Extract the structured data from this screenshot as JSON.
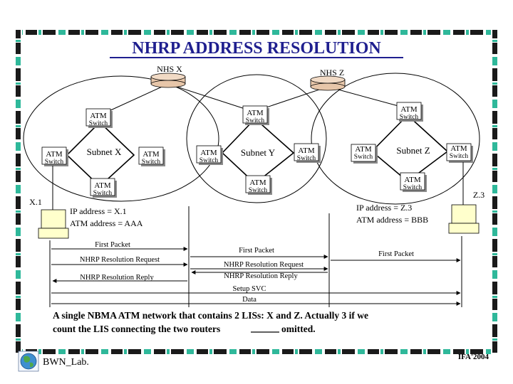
{
  "title": "NHRP ADDRESS RESOLUTION",
  "routers": {
    "x": "NHS X",
    "z": "NHS Z"
  },
  "switch": {
    "line1": "ATM",
    "line2": "Switch"
  },
  "subnets": {
    "x": "Subnet X",
    "y": "Subnet Y",
    "z": "Subnet Z"
  },
  "hosts": {
    "x1": {
      "name": "X.1",
      "ip": "IP address = X.1",
      "atm": "ATM address = AAA"
    },
    "z3": {
      "name": "Z.3",
      "ip": "IP address = Z.3",
      "atm": "ATM address = BBB"
    }
  },
  "messages": {
    "first_packet": "First Packet",
    "nhrp_request": "NHRP Resolution Request",
    "nhrp_reply": "NHRP Resolution Reply",
    "setup_svc": "Setup SVC",
    "data": "Data"
  },
  "caption": {
    "line1": "A single NBMA ATM network that contains 2 LISs: X and Z. Actually 3 if we",
    "line2_start": "count the LIS connecting the two routers",
    "line2_end": "omitted."
  },
  "footer": {
    "lab": "BWN_Lab.",
    "year": "IFA'2004"
  },
  "colors": {
    "title": "#1f1f8f",
    "border_green": "#2fb89a",
    "border_dark": "#1a1a1a",
    "router_fill": "#e7c6a9",
    "switch_shadow": "#8a8a8a",
    "host_fill": "#ffffcc"
  }
}
